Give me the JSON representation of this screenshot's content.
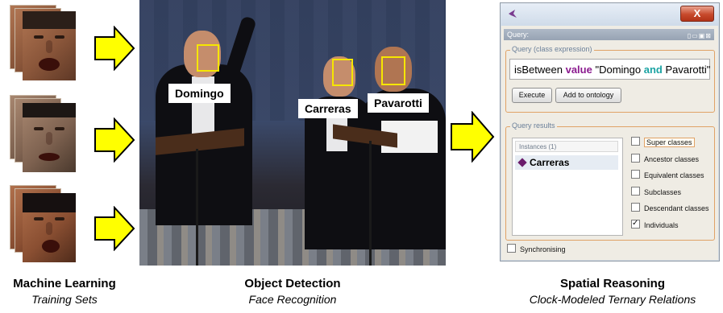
{
  "photo": {
    "labels": {
      "domingo": "Domingo",
      "carreras": "Carreras",
      "pavarotti": "Pavarotti"
    }
  },
  "query_window": {
    "view_title": "Query:",
    "view_controls": "▯▭▣⊠",
    "close_symbol": "X",
    "expression_group_label": "Query (class expression)",
    "expression": {
      "part1": "isBetween ",
      "keyword_value": "value",
      "part2": " \"Domingo ",
      "keyword_and": "and",
      "part3": " Pavarotti\""
    },
    "execute_button": "Execute",
    "add_button": "Add to ontology",
    "results_group_label": "Query results",
    "instances_header": "Instances (1)",
    "instances": [
      "Carreras"
    ],
    "options": [
      {
        "label": "Super classes",
        "checked": false
      },
      {
        "label": "Ancestor classes",
        "checked": false
      },
      {
        "label": "Equivalent classes",
        "checked": false
      },
      {
        "label": "Subclasses",
        "checked": false
      },
      {
        "label": "Descendant classes",
        "checked": false
      },
      {
        "label": "Individuals",
        "checked": true
      }
    ],
    "sync_label": "Synchronising"
  },
  "captions": {
    "left": {
      "title": "Machine Learning",
      "subtitle": "Training Sets"
    },
    "middle": {
      "title": "Object Detection",
      "subtitle": "Face Recognition"
    },
    "right": {
      "title": "Spatial Reasoning",
      "subtitle": "Clock-Modeled Ternary Relations"
    }
  },
  "colors": {
    "arrow_fill": "#ffff00",
    "arrow_stroke": "#000000",
    "face_box": "#f6e600",
    "group_border": "#e0a266",
    "keyword_value": "#8b1a8f",
    "keyword_and": "#1aa3a3"
  }
}
